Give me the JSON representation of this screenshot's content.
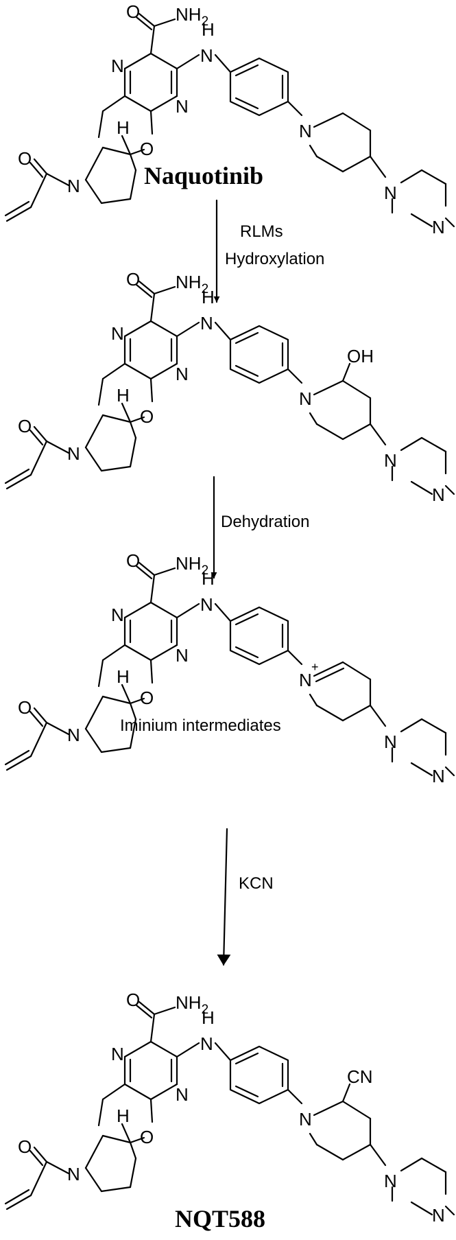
{
  "compounds": [
    {
      "name": "Naquotinib",
      "substituent": ""
    },
    {
      "name": "",
      "substituent": "OH"
    },
    {
      "name": "",
      "substituent": ""
    },
    {
      "name": "NQT588",
      "substituent": "CN"
    }
  ],
  "arrows": [
    {
      "line1": "RLMs",
      "line2": "Hydroxylation"
    },
    {
      "line1": "Dehydration",
      "line2": ""
    },
    {
      "line1": "KCN",
      "line2": ""
    }
  ],
  "intermediate_label": "Iminium intermediates",
  "atoms": {
    "O": "O",
    "N": "N",
    "H": "H",
    "NH": "NH",
    "NH2_base": "NH",
    "NH2_sub": "2",
    "N_methyl": "N",
    "charge": "+"
  }
}
